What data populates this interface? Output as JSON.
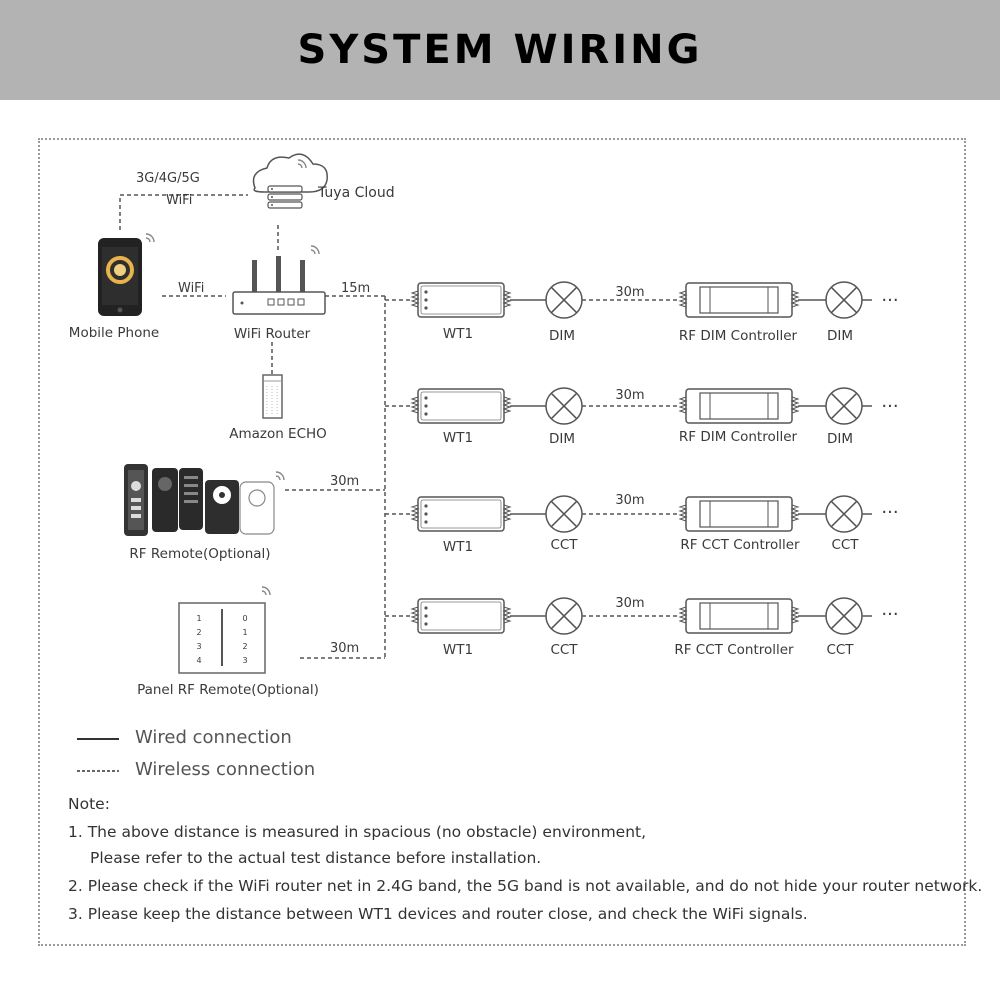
{
  "title": "SYSTEM WIRING",
  "devices": {
    "cloud": "Tuya Cloud",
    "network": "3G/4G/5G",
    "network_sub": "WiFi",
    "phone": "Mobile Phone",
    "phone_link": "WiFi",
    "router": "WiFi Router",
    "echo": "Amazon ECHO",
    "rf_remote": "RF Remote(Optional)",
    "panel_remote": "Panel RF Remote(Optional)",
    "panel_keys": [
      "1",
      "2",
      "3",
      "4",
      "0",
      "1",
      "2",
      "3"
    ]
  },
  "distances": {
    "router_to_wt1": "15m",
    "remote_to_wt1": "30m",
    "panel_to_wt1": "30m"
  },
  "rows": [
    {
      "module": "WT1",
      "load": "DIM",
      "distance": "30m",
      "controller": "RF DIM Controller",
      "load2": "DIM",
      "more": "···"
    },
    {
      "module": "WT1",
      "load": "DIM",
      "distance": "30m",
      "controller": "RF DIM Controller",
      "load2": "DIM",
      "more": "···"
    },
    {
      "module": "WT1",
      "load": "CCT",
      "distance": "30m",
      "controller": "RF CCT Controller",
      "load2": "CCT",
      "more": "···"
    },
    {
      "module": "WT1",
      "load": "CCT",
      "distance": "30m",
      "controller": "RF CCT Controller",
      "load2": "CCT",
      "more": "···"
    }
  ],
  "legend": {
    "wired": "Wired connection",
    "wireless": "Wireless connection"
  },
  "notes": {
    "heading": "Note:",
    "n1": "1. The above distance is measured in spacious (no obstacle) environment,",
    "n1b": "Please refer to the actual test distance before installation.",
    "n2": "2. Please check if the WiFi router net in 2.4G band, the 5G band is not available, and do not hide your router network.",
    "n3": "3. Please keep the distance between WT1 devices and router close, and check the WiFi signals."
  },
  "colors": {
    "header_bg": "#b3b3b3",
    "line": "#555555"
  }
}
